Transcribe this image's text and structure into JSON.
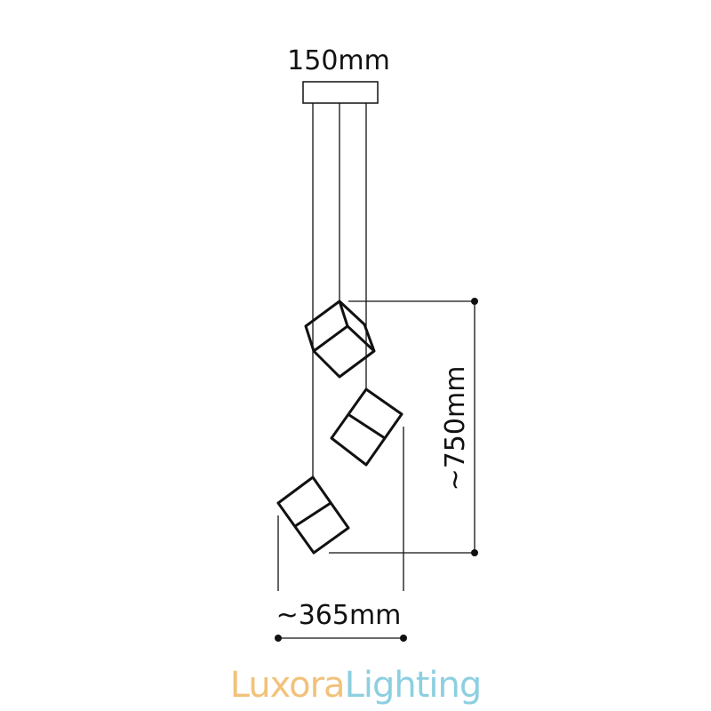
{
  "dimensions": {
    "canopy_width": "150mm",
    "total_width": "~365mm",
    "drop_height": "~750mm"
  },
  "logo": {
    "part1": "Luxora",
    "part2": "Lighting",
    "color1": "#f2c27a",
    "color2": "#8ccfe0"
  },
  "colors": {
    "line": "#111111"
  }
}
